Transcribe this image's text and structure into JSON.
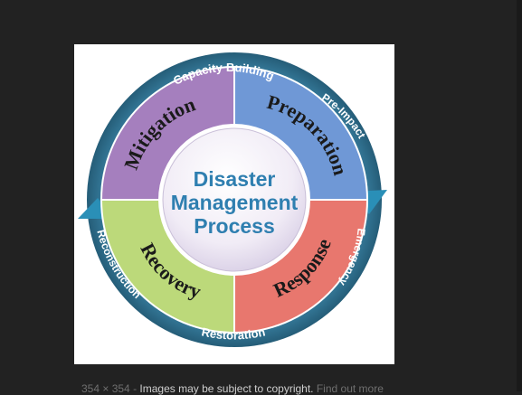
{
  "diagram": {
    "center": {
      "line1": "Disaster",
      "line2": "Management",
      "line3": "Process"
    },
    "quadrants": {
      "mitigation": "Mitigation",
      "preparation": "Preparation",
      "response": "Response",
      "recovery": "Recovery"
    },
    "ring_labels": {
      "top": "Capacity Building",
      "top_right": "Pre-Impact",
      "right": "Emergency",
      "bottom": "Restoration",
      "left": "Reconstruction"
    },
    "colors": {
      "mitigation": "#a57fbe",
      "preparation": "#6f98d6",
      "response": "#e8776e",
      "recovery": "#bcd97a",
      "ring": "#2e6f8e",
      "center_text": "#2f7fb0"
    }
  },
  "caption": {
    "size": "354 × 354",
    "separator": "-",
    "notice": "Images may be subject to copyright.",
    "link": "Find out more"
  }
}
